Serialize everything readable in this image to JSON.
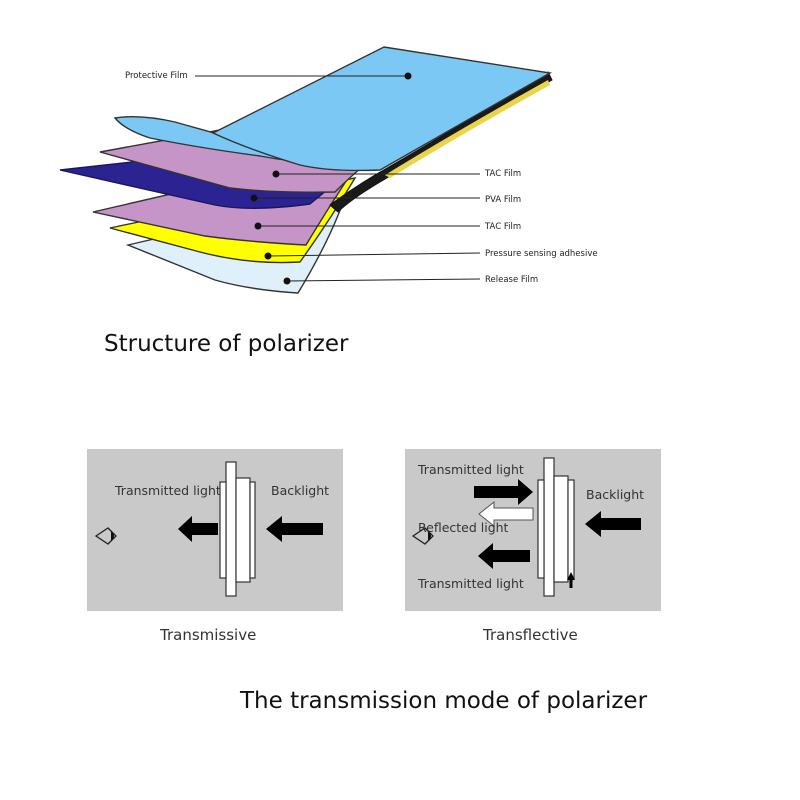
{
  "structure": {
    "title": "Structure of polarizer",
    "layers": [
      {
        "label": "Protective Film",
        "color": "#7cc8f4"
      },
      {
        "label": "TAC Film",
        "color": "#c595c8"
      },
      {
        "label": "PVA Film",
        "color": "#2b2392"
      },
      {
        "label": "TAC Film",
        "color": "#c595c8"
      },
      {
        "label": "Pressure sensing adhesive",
        "color": "#ffff00"
      },
      {
        "label": "Release Film",
        "color": "#dff0fb"
      }
    ]
  },
  "modes": {
    "title": "The transmission mode of polarizer",
    "transmissive": {
      "caption": "Transmissive",
      "transmitted_label": "Transmitted light",
      "backlight_label": "Backlight"
    },
    "transflective": {
      "caption": "Transflective",
      "transmitted_label_top": "Transmitted light",
      "reflected_label": "Reflected light",
      "transmitted_label_bottom": "Transmitted light",
      "backlight_label": "Backlight"
    }
  },
  "colors": {
    "panel_bg": "#c9c9c9",
    "arrow": "#000000",
    "label_text": "#333333"
  }
}
